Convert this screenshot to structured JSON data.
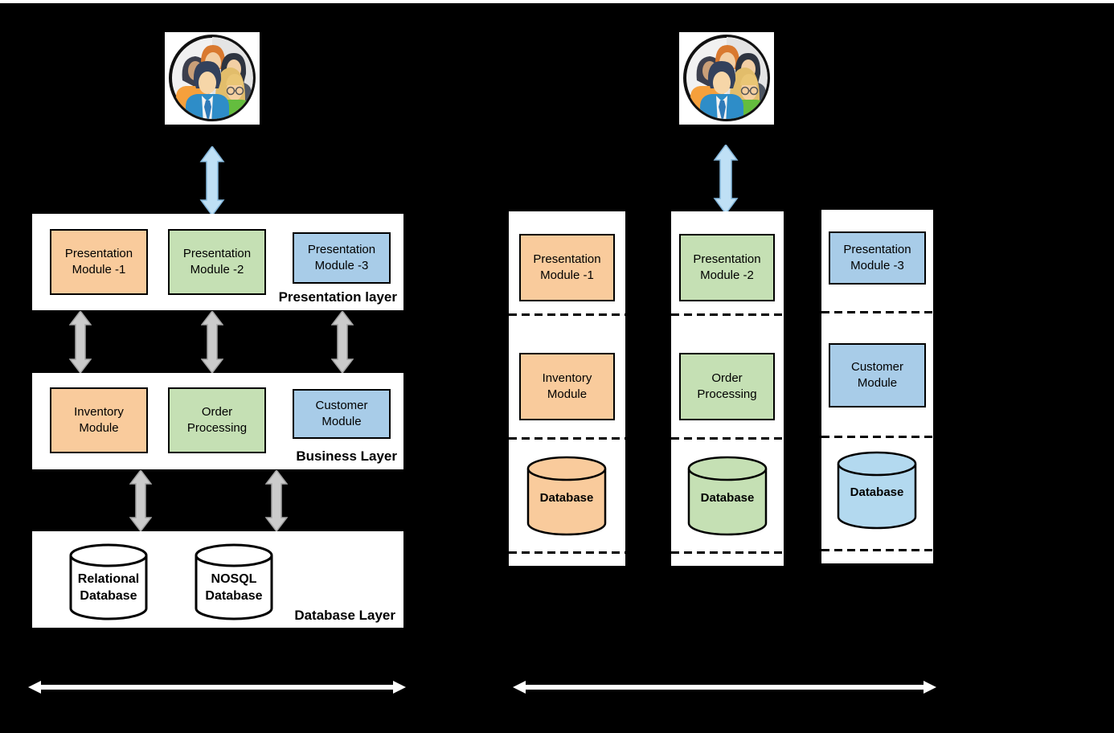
{
  "colors": {
    "background": "#000000",
    "surface": "#FFFFFF",
    "module_orange": "#F9CB9C",
    "module_green": "#C5E0B4",
    "module_blue": "#A8CCE8",
    "cylinder_blue": "#B3D9EF",
    "cylinder_white": "#FFFFFF",
    "arrow_blue_fill": "#BFE0F5",
    "arrow_blue_stroke": "#86B8DC",
    "arrow_gray_fill": "#CBCBCB",
    "arrow_gray_stroke": "#A3A3A3",
    "arrow_white": "#FFFFFF",
    "border_black": "#000000"
  },
  "icons": {
    "monolith_users": "users-group-icon",
    "microservices_users": "users-group-icon"
  },
  "monolith": {
    "presentation_layer": {
      "label": "Presentation layer",
      "module1": {
        "line1": "Presentation",
        "line2": "Module -1"
      },
      "module2": {
        "line1": "Presentation",
        "line2": "Module -2"
      },
      "module3": {
        "line1": "Presentation",
        "line2": "Module -3"
      }
    },
    "business_layer": {
      "label": "Business Layer",
      "module1": {
        "line1": "Inventory",
        "line2": "Module"
      },
      "module2": {
        "line1": "Order",
        "line2": "Processing"
      },
      "module3": {
        "line1": "Customer",
        "line2": "Module"
      }
    },
    "database_layer": {
      "label": "Database Layer",
      "db1": {
        "line1": "Relational",
        "line2": "Database"
      },
      "db2": {
        "line1": "NOSQL",
        "line2": "Database"
      }
    }
  },
  "microservices": {
    "service1": {
      "presentation": {
        "line1": "Presentation",
        "line2": "Module -1"
      },
      "business": {
        "line1": "Inventory",
        "line2": "Module"
      },
      "database": "Database"
    },
    "service2": {
      "presentation": {
        "line1": "Presentation",
        "line2": "Module -2"
      },
      "business": {
        "line1": "Order",
        "line2": "Processing"
      },
      "database": "Database"
    },
    "service3": {
      "presentation": {
        "line1": "Presentation",
        "line2": "Module -3"
      },
      "business": {
        "line1": "Customer",
        "line2": "Module"
      },
      "database": "Database"
    }
  }
}
